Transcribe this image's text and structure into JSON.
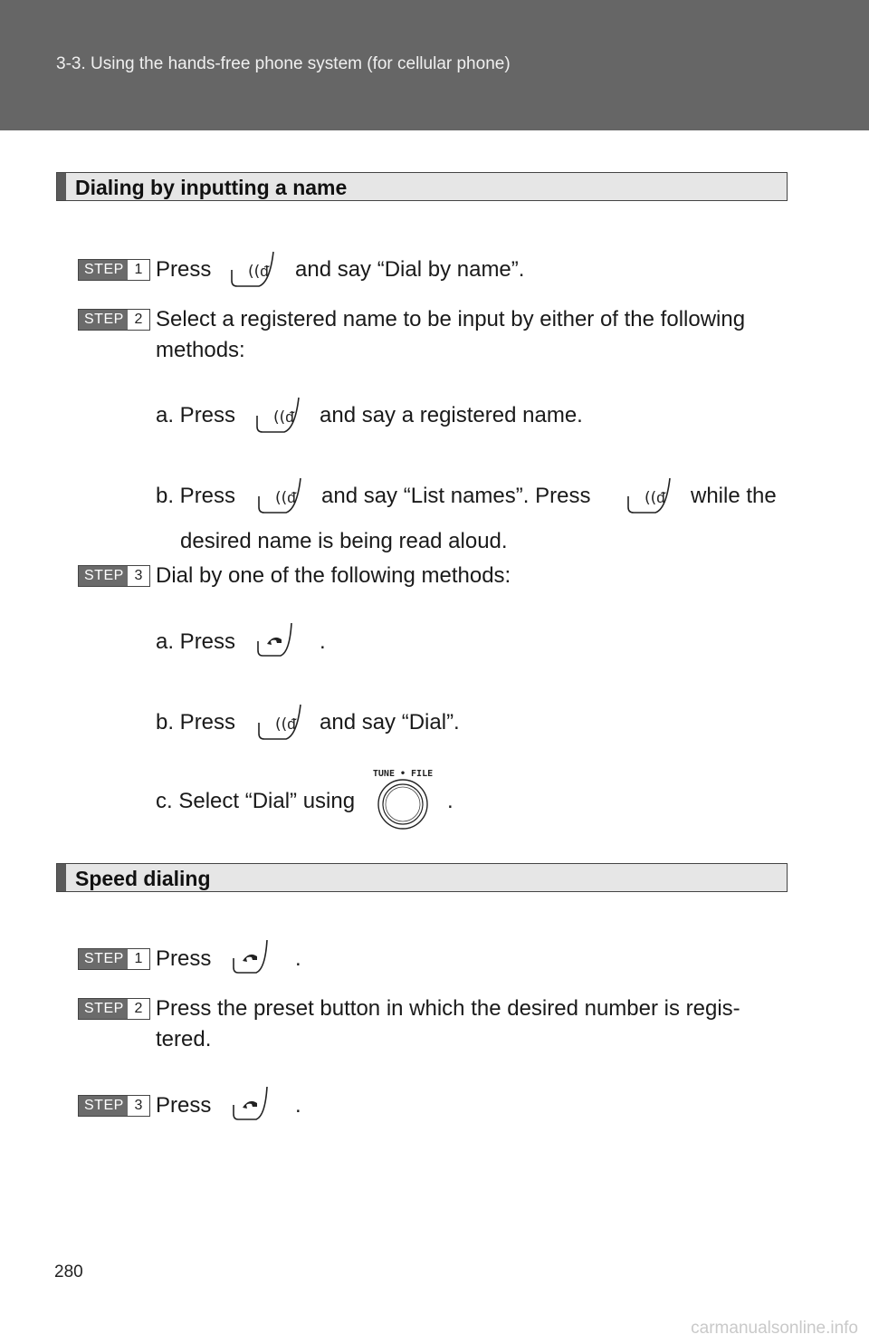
{
  "header": {
    "title": "3-3. Using the hands-free phone system (for cellular phone)"
  },
  "section1": {
    "title": "Dialing by inputting a name",
    "steps": [
      {
        "badge": "STEP",
        "num": "1",
        "pre": "Press",
        "post": "and say “Dial by name”."
      },
      {
        "badge": "STEP",
        "num": "2",
        "line1": "Select a registered name to be input by either of the following",
        "line2": "methods:",
        "a_pre": "a. Press",
        "a_post": "and say a registered name.",
        "b_pre": "b. Press",
        "b_mid": "and say “List names”. Press",
        "b_post": "while the",
        "b_cont": "desired name is being read aloud."
      },
      {
        "badge": "STEP",
        "num": "3",
        "line1": "Dial by one of the following methods:",
        "a_pre": "a. Press",
        "a_post": ".",
        "b_pre": "b. Press",
        "b_post": "and say “Dial”.",
        "c_pre": "c. Select “Dial” using",
        "c_post": ".",
        "knob_label": "TUNE • FILE"
      }
    ]
  },
  "section2": {
    "title": "Speed dialing",
    "steps": [
      {
        "badge": "STEP",
        "num": "1",
        "pre": "Press",
        "post": "."
      },
      {
        "badge": "STEP",
        "num": "2",
        "line1": "Press the preset button in which the desired number is regis-",
        "line2": "tered."
      },
      {
        "badge": "STEP",
        "num": "3",
        "pre": "Press",
        "post": "."
      }
    ]
  },
  "icons": {
    "talk": "talk-switch-icon",
    "phone": "off-hook-switch-icon",
    "knob": "tune-file-knob-icon"
  },
  "footer": {
    "page_number": "280",
    "watermark": "carmanualsonline.info"
  }
}
